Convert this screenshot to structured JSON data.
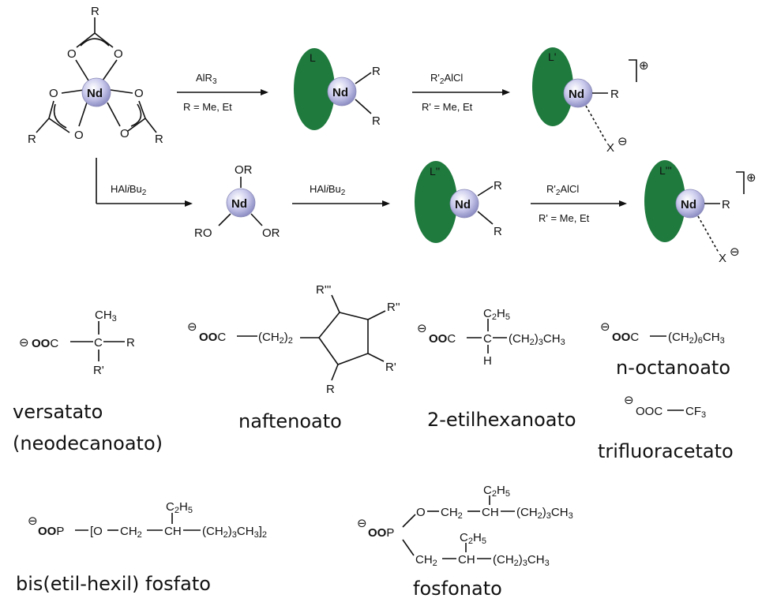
{
  "metal": "Nd",
  "scheme": {
    "carboxylate_substituent": "R",
    "top_reagent_1": "AlR3",
    "top_condition_1": "R = Me, Et",
    "top_reagent_2": "R'2AlCl",
    "top_condition_2": "R' = Me, Et",
    "bottom_reagent_1": "HAliBu2",
    "bottom_reagent_2": "HAliBu2",
    "bottom_reagent_3": "R'2AlCl",
    "bottom_condition_3": "R' = Me, Et",
    "alkoxide_group": "OR",
    "alkoxide_group_left": "RO",
    "alkyl_group": "R",
    "ligand_L": "L",
    "ligand_L1": "L'",
    "ligand_L2": "L''",
    "ligand_L3": "L'''",
    "anion": "X",
    "cation_charge": "⊕",
    "anion_charge": "⊖"
  },
  "compounds": [
    {
      "id": "versatato",
      "name_line1": "versatato",
      "name_line2": "(neodecanoato)"
    },
    {
      "id": "naftenoato",
      "name_line1": "naftenoato"
    },
    {
      "id": "etilhexanoato",
      "name_line1": "2-etilhexanoato"
    },
    {
      "id": "octanoato",
      "name_line1": "n-octanoato"
    },
    {
      "id": "trifluoracetato",
      "name_line1": "trifluoracetato"
    },
    {
      "id": "bisfosfato",
      "name_line1": "bis(etil-hexil) fosfato"
    },
    {
      "id": "fosfonato",
      "name_line1": "fosfonato"
    }
  ],
  "formulas": {
    "versatato_head": "OOC",
    "versatato_ch3": "CH3",
    "versatato_r": "R",
    "versatato_r1": "R'",
    "naft_head": "OOC",
    "naft_chain": "(CH2)2",
    "naft_r3": "R'''",
    "naft_r2": "R''",
    "naft_r1": "R'",
    "naft_r": "R",
    "eh_head": "OOC",
    "eh_c2h5": "C2H5",
    "eh_h": "H",
    "eh_chain": "(CH2)3CH3",
    "oct_head": "OOC",
    "oct_chain": "(CH2)6CH3",
    "tfa_head": "OOC",
    "tfa_cf3": "CF3",
    "bis_head": "OOP",
    "bis_chain": "[O",
    "bis_tail": "(CH2)3CH3]2",
    "bis_c2h5": "C2H5",
    "fos_head": "OOP",
    "fos_top_chain": "CH2",
    "fos_tail": "(CH2)3CH3",
    "fos_c2h5": "C2H5"
  }
}
